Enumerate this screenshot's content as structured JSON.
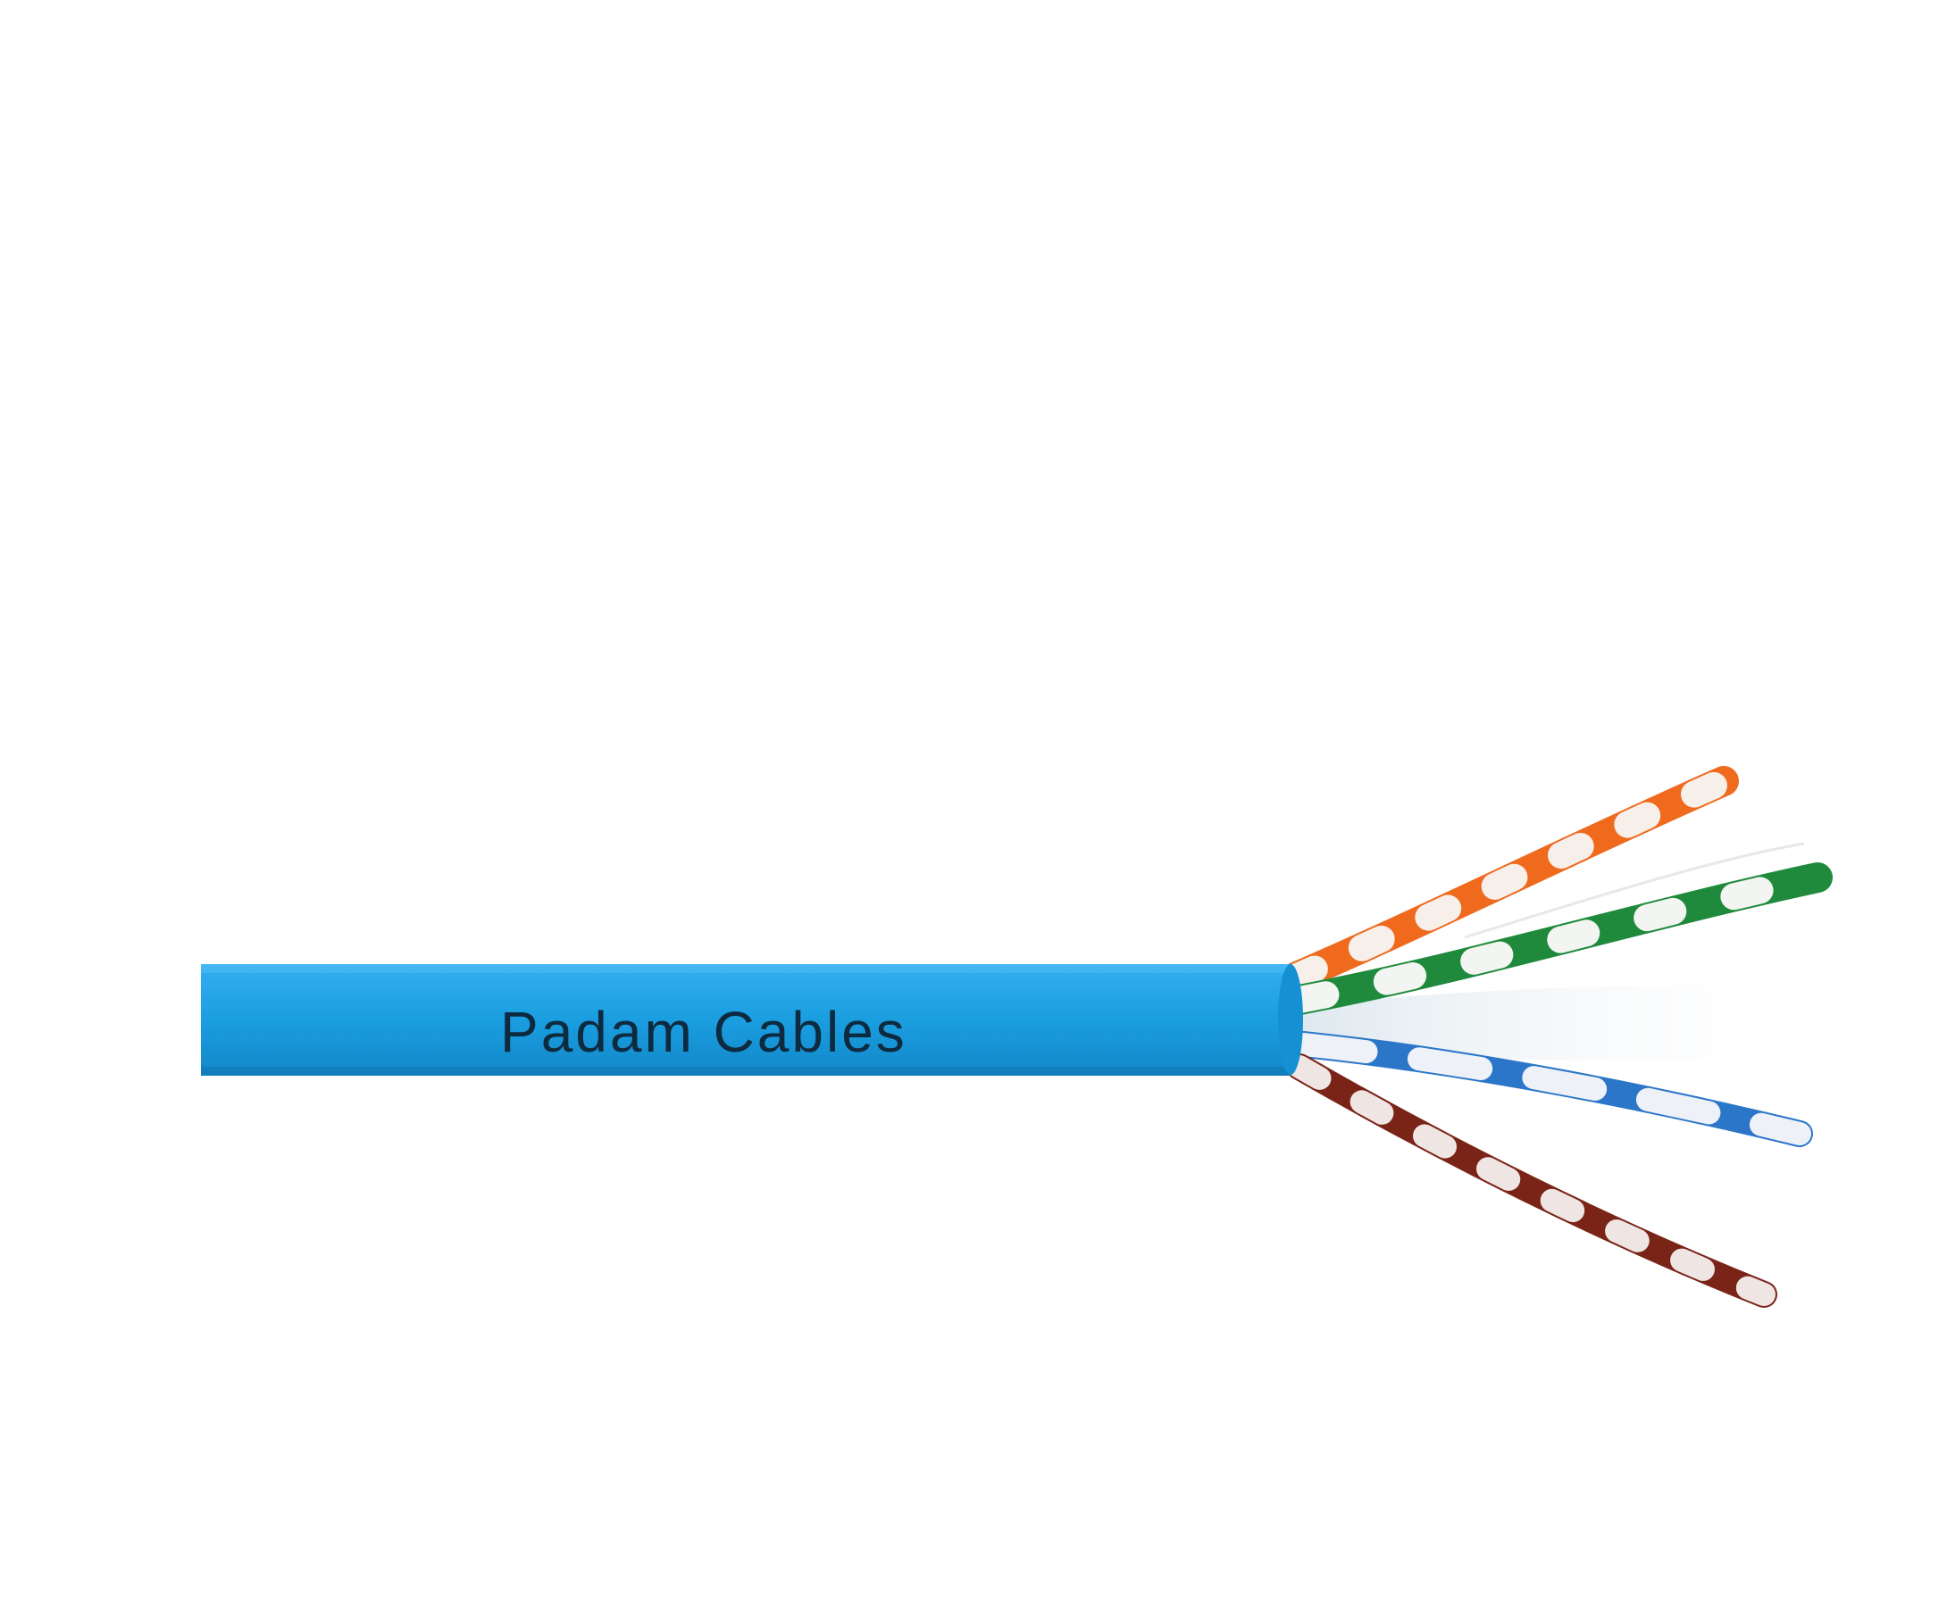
{
  "cable": {
    "jacket_text": "Padam Cables",
    "jacket_color": "#1a9ee0",
    "text_color": "#0d2a3f",
    "pairs": [
      {
        "name": "orange",
        "color": "#f06a1e",
        "stripe": "#f7f0ea"
      },
      {
        "name": "green",
        "color": "#1f8a3c",
        "stripe": "#f2f5f1"
      },
      {
        "name": "blue",
        "color": "#2b76c8",
        "stripe": "#eef2f8"
      },
      {
        "name": "brown",
        "color": "#7a2418",
        "stripe": "#efe6e3"
      }
    ]
  }
}
